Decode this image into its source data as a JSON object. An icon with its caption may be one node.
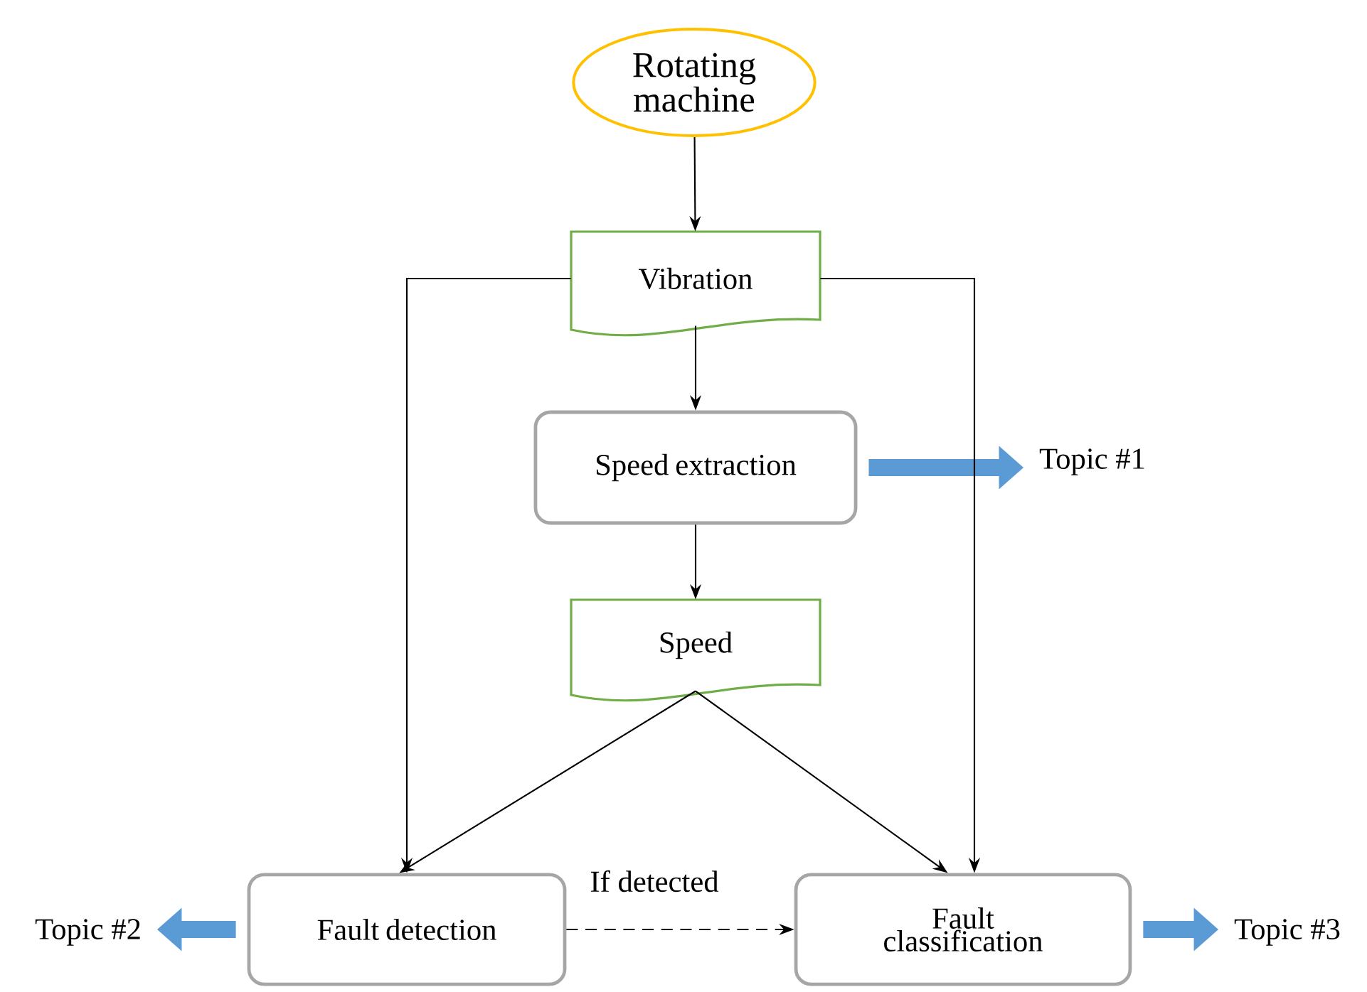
{
  "diagram": {
    "nodes": [
      {
        "text": [
          "Rotating machine"
        ]
      },
      {
        "text": [
          "Vibration"
        ]
      },
      {
        "text": [
          "Speed extraction"
        ]
      },
      {
        "text": [
          "Topic #1"
        ]
      },
      {
        "text": [
          "Speed"
        ]
      },
      {
        "text": [
          "Fault detection"
        ]
      },
      {
        "text": [
          "Fault classification"
        ]
      },
      {
        "text": [
          "Topic #2"
        ]
      },
      {
        "text": [
          "Topic #3"
        ]
      }
    ],
    "edges": [
      {
        "from": 0,
        "to": 1,
        "arrow": "to"
      },
      {
        "from": 1,
        "to": 2,
        "arrow": "to"
      },
      {
        "from": 2,
        "to": 3,
        "arrow": "to",
        "style": "thick",
        "color": "#5b9bd5"
      },
      {
        "from": 2,
        "to": 4,
        "arrow": "to"
      },
      {
        "from": 1,
        "to": 5,
        "arrow": "to"
      },
      {
        "from": 1,
        "to": 6,
        "arrow": "to"
      },
      {
        "from": 4,
        "to": 5,
        "arrow": "to"
      },
      {
        "from": 4,
        "to": 6,
        "arrow": "to"
      },
      {
        "from": 5,
        "to": 6,
        "arrow": "to",
        "style": "dashed",
        "label": "If detected"
      },
      {
        "from": 5,
        "to": 7,
        "arrow": "to",
        "style": "thick",
        "color": "#5b9bd5"
      },
      {
        "from": 6,
        "to": 8,
        "arrow": "to",
        "style": "thick",
        "color": "#5b9bd5"
      }
    ]
  }
}
